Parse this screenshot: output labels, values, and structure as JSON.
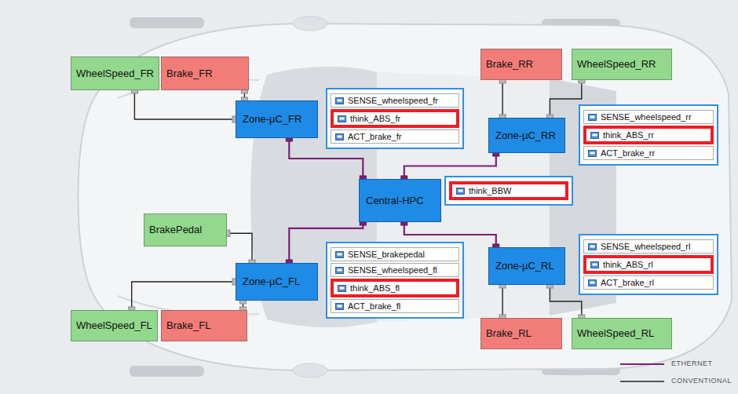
{
  "diagram": {
    "nodes": [
      {
        "text": [
          "WheelSpeed_FR"
        ]
      },
      {
        "text": [
          "Brake_FR"
        ]
      },
      {
        "text": [
          "Brake_RR"
        ]
      },
      {
        "text": [
          "WheelSpeed_RR"
        ]
      },
      {
        "text": [
          "Zone-µC_FR"
        ]
      },
      {
        "text": []
      },
      {
        "text": [
          "SENSE_wheelspeed_fr"
        ],
        "in": 5
      },
      {
        "text": [
          "think_ABS_fr"
        ],
        "in": 5
      },
      {
        "text": [
          "ACT_brake_fr"
        ],
        "in": 5
      },
      {
        "text": [
          "Zone-µC_RR"
        ]
      },
      {
        "text": []
      },
      {
        "text": [
          "SENSE_wheelspeed_rr"
        ],
        "in": 10
      },
      {
        "text": [
          "think_ABS_rr"
        ],
        "in": 10
      },
      {
        "text": [
          "ACT_brake_rr"
        ],
        "in": 10
      },
      {
        "text": [
          "Central-HPC"
        ]
      },
      {
        "text": []
      },
      {
        "text": [
          "think_BBW"
        ],
        "in": 15
      },
      {
        "text": [
          "BrakePedal"
        ]
      },
      {
        "text": [
          "Zone-µC_FL"
        ]
      },
      {
        "text": []
      },
      {
        "text": [
          "SENSE_brakepedal"
        ],
        "in": 19
      },
      {
        "text": [
          "SENSE_wheelspeed_fl"
        ],
        "in": 19
      },
      {
        "text": [
          "think_ABS_fl"
        ],
        "in": 19
      },
      {
        "text": [
          "ACT_brake_fl"
        ],
        "in": 19
      },
      {
        "text": [
          "Zone-µC_RL"
        ]
      },
      {
        "text": []
      },
      {
        "text": [
          "SENSE_wheelspeed_rl"
        ],
        "in": 25
      },
      {
        "text": [
          "think_ABS_rl"
        ],
        "in": 25
      },
      {
        "text": [
          "ACT_brake_rl"
        ],
        "in": 25
      },
      {
        "text": [
          "WheelSpeed_FL"
        ]
      },
      {
        "text": [
          "Brake_FL"
        ]
      },
      {
        "text": [
          "Brake_RL"
        ]
      },
      {
        "text": [
          "WheelSpeed_RL"
        ]
      }
    ],
    "edges": [
      {
        "from": 0,
        "to": 4,
        "arrow": "none"
      },
      {
        "from": 1,
        "to": 4,
        "arrow": "none"
      },
      {
        "from": 2,
        "to": 9,
        "arrow": "none"
      },
      {
        "from": 3,
        "to": 9,
        "arrow": "none"
      },
      {
        "from": 17,
        "to": 18,
        "arrow": "none"
      },
      {
        "from": 29,
        "to": 18,
        "arrow": "none"
      },
      {
        "from": 30,
        "to": 18,
        "arrow": "none"
      },
      {
        "from": 31,
        "to": 24,
        "arrow": "none"
      },
      {
        "from": 32,
        "to": 24,
        "arrow": "none"
      },
      {
        "from": 4,
        "to": 14,
        "arrow": "none"
      },
      {
        "from": 9,
        "to": 14,
        "arrow": "none"
      },
      {
        "from": 18,
        "to": 14,
        "arrow": "none"
      },
      {
        "from": 24,
        "to": 14,
        "arrow": "none"
      }
    ],
    "legend": [
      {
        "text": "ETHERNET"
      },
      {
        "text": "CONVENTIONAL"
      }
    ]
  }
}
